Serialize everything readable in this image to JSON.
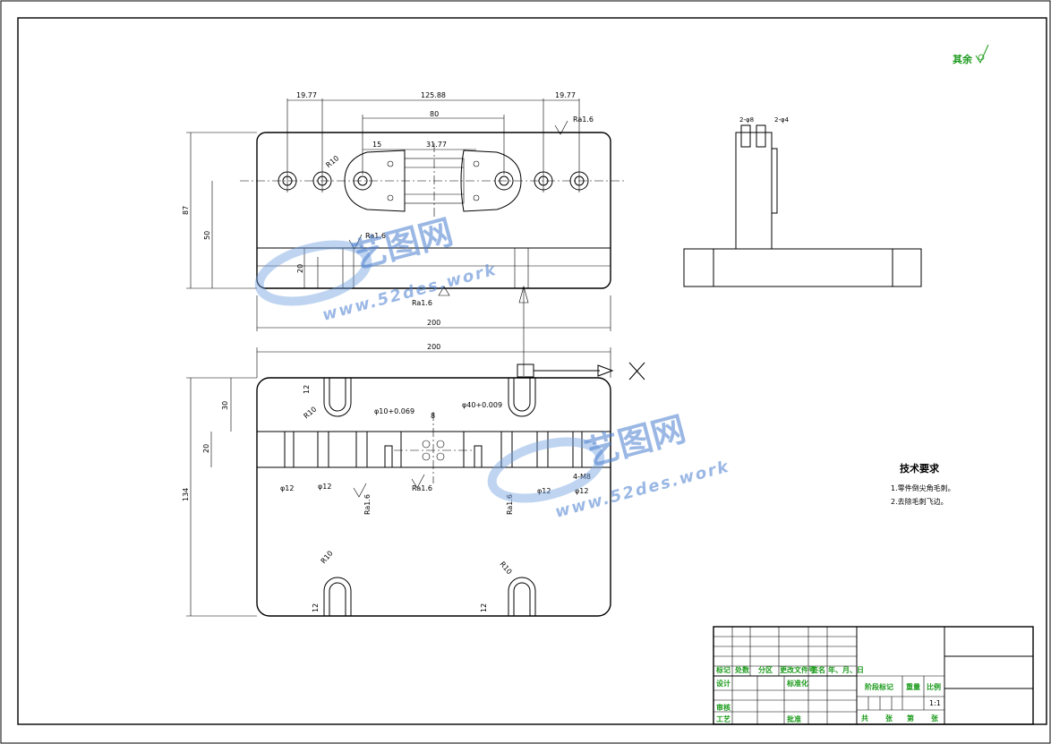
{
  "roughness_note": "其余",
  "tech_requirements": {
    "title": "技术要求",
    "items": [
      "1.零件倒尖角毛刺。",
      "2.去除毛刺飞边。"
    ]
  },
  "watermark": {
    "brand": "艺图网",
    "url": "www.52des.work"
  },
  "top_view_dims": {
    "d1": "19.77",
    "d2": "125.88",
    "d3": "19.77",
    "d4": "80",
    "d5": "15",
    "d6": "31.77",
    "d7": "R10",
    "d8": "87",
    "d9": "50",
    "d10": "20",
    "d11": "200",
    "ra1": "Ra1.6",
    "ra2": "Ra1.6",
    "ra3": "Ra1.6"
  },
  "front_view_dims": {
    "d1": "200",
    "d2": "12",
    "d3": "30",
    "d4": "R10",
    "d5": "φ10+0.069",
    "d6": "φ40+0.009",
    "d7": "8",
    "d8": "20",
    "d9": "134",
    "d10": "φ12",
    "d11": "φ12",
    "d12": "φ12",
    "d13": "φ12",
    "d14": "4-M8",
    "d15": "R10",
    "d16": "R10",
    "d17": "12",
    "d18": "12",
    "ra1": "Ra1.6",
    "ra2": "Ra1.6",
    "ra3": "Ra1.6"
  },
  "side_view_dims": {
    "d1": "2-φ8",
    "d2": "2-φ4"
  },
  "title_block": {
    "row_labels": [
      "标记",
      "处数",
      "分区",
      "更改文件号",
      "签名",
      "年、月、日"
    ],
    "design": "设计",
    "standardize": "标准化",
    "review": "审核",
    "process": "工艺",
    "approve": "批准",
    "stage_mark": "阶段标记",
    "weight": "重量",
    "scale_label": "比例",
    "scale": "1:1",
    "sheet_total": "共",
    "sheet_unit1": "张",
    "sheet_no": "第",
    "sheet_unit2": "张"
  }
}
